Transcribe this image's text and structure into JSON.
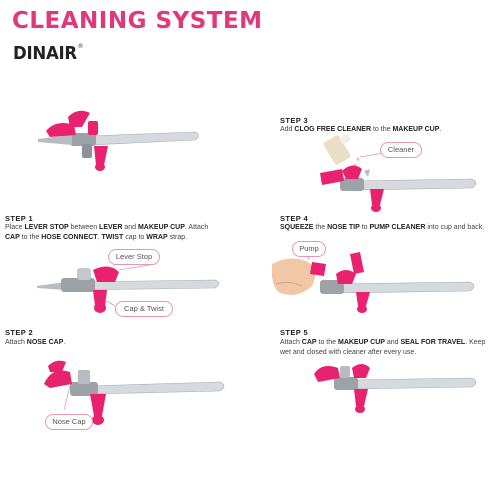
{
  "header": {
    "title": "CLEANING SYSTEM",
    "brand": "DINAIR",
    "brand_mark": "®"
  },
  "steps": [
    {
      "heading": "STEP 1",
      "lines": [
        [
          "Place ",
          "LEVER STOP",
          " between ",
          "LEVER",
          " and ",
          "MAKEUP CUP",
          ". Attach"
        ],
        [
          "CAP",
          " to the ",
          "HOSE CONNECT",
          ". ",
          "TWIST",
          " cap to ",
          "WRAP",
          " strap."
        ]
      ],
      "callouts": [
        "Lever Stop",
        "Cap & Twist"
      ]
    },
    {
      "heading": "STEP 2",
      "lines": [
        [
          "Attach ",
          "NOSE CAP",
          "."
        ]
      ],
      "callouts": [
        "Nose Cap"
      ]
    },
    {
      "heading": "STEP 3",
      "lines": [
        [
          "Add ",
          "CLOG FREE CLEANER",
          " to the ",
          "MAKEUP CUP",
          "."
        ]
      ],
      "callouts": [
        "Cleaner"
      ]
    },
    {
      "heading": "STEP 4",
      "lines": [
        [
          "",
          "SQUEEZE",
          " the ",
          "NOSE TIP",
          " to ",
          "PUMP CLEANER",
          " into cup and back."
        ]
      ],
      "callouts": [
        "Pump"
      ]
    },
    {
      "heading": "STEP 5",
      "lines": [
        [
          "Attach ",
          "CAP",
          " to the ",
          "MAKEUP CUP",
          " and ",
          "SEAL FOR TRAVEL",
          ". Keep"
        ],
        [
          "wet and closed with cleaner after every use."
        ]
      ],
      "callouts": []
    }
  ],
  "colors": {
    "accent": "#e0397a",
    "magenta_part": "#e8226f",
    "silver": "#c8ccd2",
    "callout_border": "#e896b3"
  }
}
